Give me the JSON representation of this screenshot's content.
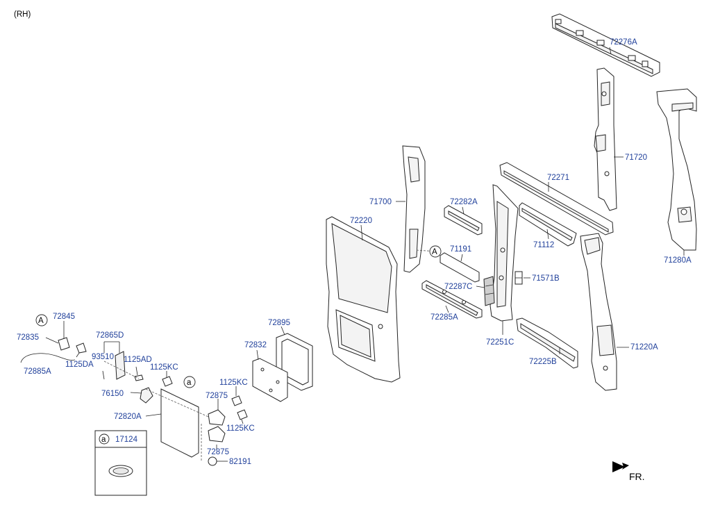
{
  "header": {
    "side": "(RH)"
  },
  "direction": {
    "label": "FR."
  },
  "callout_markers": {
    "a": "a",
    "A": "A"
  },
  "legend_box": {
    "marker": "a",
    "part_no": "17124"
  },
  "parts": [
    {
      "no": "72276A"
    },
    {
      "no": "71720"
    },
    {
      "no": "71280A"
    },
    {
      "no": "72271"
    },
    {
      "no": "71112"
    },
    {
      "no": "71571B"
    },
    {
      "no": "71220A"
    },
    {
      "no": "72225B"
    },
    {
      "no": "72251C"
    },
    {
      "no": "72282A"
    },
    {
      "no": "71191"
    },
    {
      "no": "72287C"
    },
    {
      "no": "72285A"
    },
    {
      "no": "71700"
    },
    {
      "no": "72220"
    },
    {
      "no": "72895"
    },
    {
      "no": "72832"
    },
    {
      "no": "72845"
    },
    {
      "no": "72835"
    },
    {
      "no": "1125DA"
    },
    {
      "no": "72885A"
    },
    {
      "no": "72865D"
    },
    {
      "no": "93510"
    },
    {
      "no": "1125AD"
    },
    {
      "no": "1125KC"
    },
    {
      "no": "76150"
    },
    {
      "no": "72820A"
    },
    {
      "no": "1125KC"
    },
    {
      "no": "72875"
    },
    {
      "no": "1125KC"
    },
    {
      "no": "72875"
    },
    {
      "no": "82191"
    }
  ]
}
